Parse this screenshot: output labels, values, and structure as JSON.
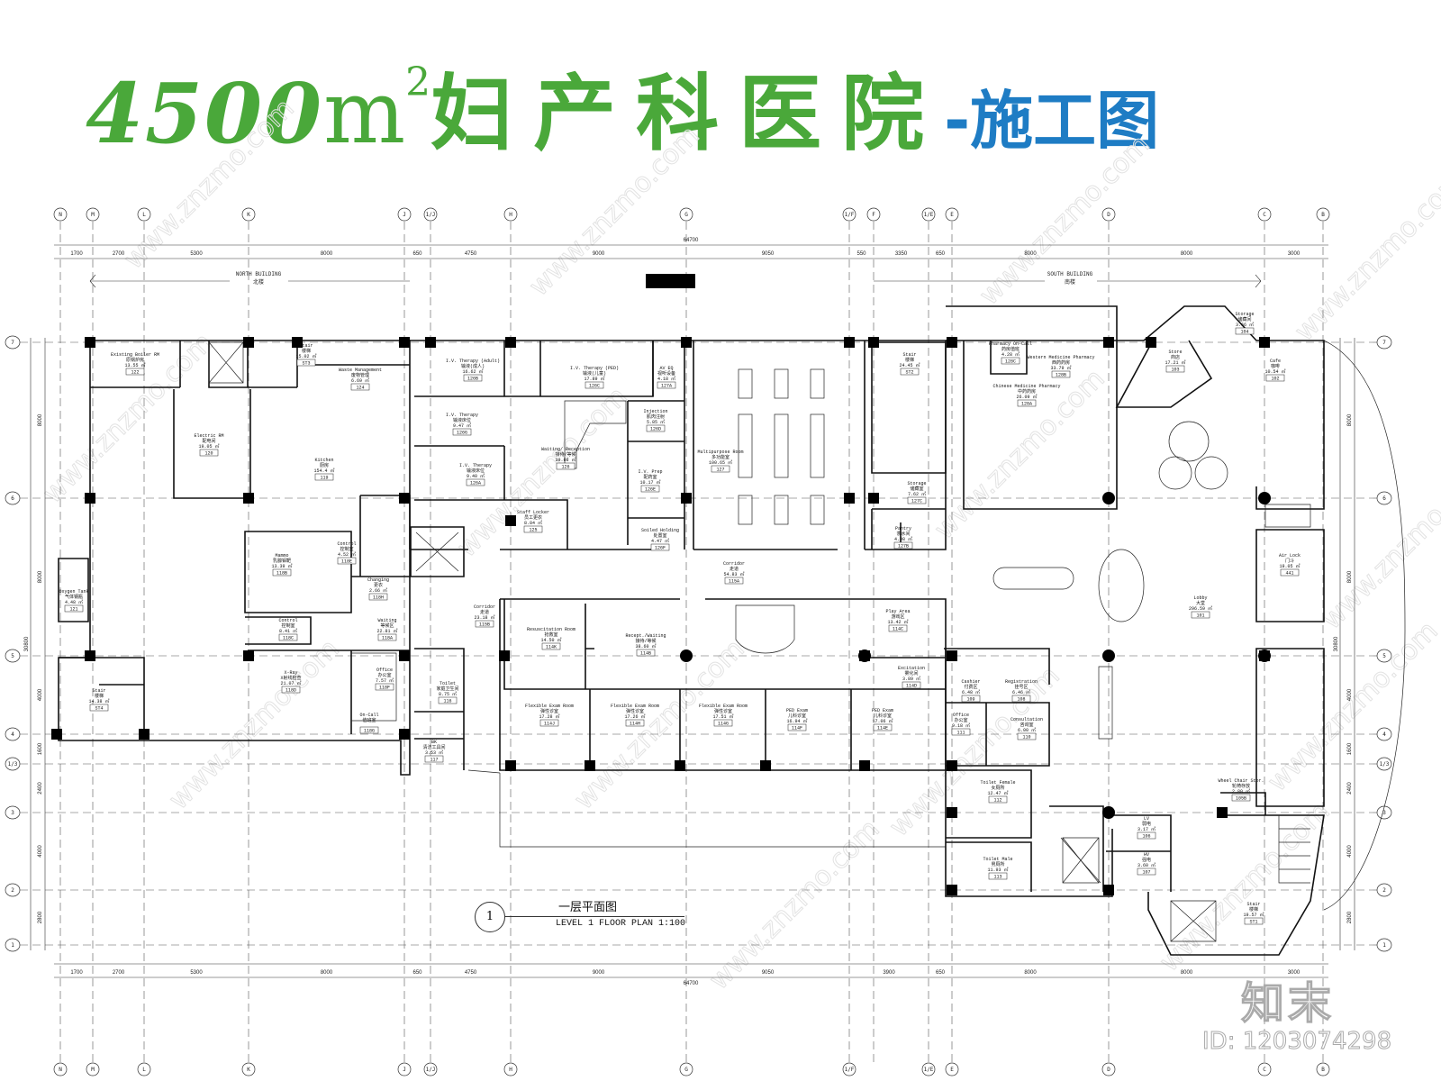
{
  "title": {
    "area_number": "4500",
    "area_unit": "m",
    "area_superscript": "2",
    "hospital_name": "妇产科医院",
    "suffix": "-施工图",
    "colors": {
      "green": "#4aa83a",
      "blue": "#1e7cc4"
    }
  },
  "grid": {
    "columns_top": [
      "N",
      "M",
      "L",
      "K",
      "J",
      "1/J",
      "H",
      "G",
      "1/F",
      "F",
      "1/E",
      "E",
      "D",
      "C",
      "B"
    ],
    "columns_bottom": [
      "N",
      "M",
      "L",
      "K",
      "J",
      "1/J",
      "H",
      "G",
      "1/F",
      "1/E",
      "E",
      "D",
      "C",
      "B"
    ],
    "rows": [
      "7",
      "6",
      "5",
      "4",
      "1/3",
      "3",
      "2",
      "1"
    ],
    "dims_top": [
      "1700",
      "2700",
      "5300",
      "8000",
      "650",
      "4750",
      "9000",
      "9050",
      "550",
      "3350",
      "650",
      "8000",
      "8000",
      "3000"
    ],
    "dims_bottom": [
      "1700",
      "2700",
      "5300",
      "8000",
      "650",
      "4750",
      "9000",
      "9050",
      "3900",
      "650",
      "8000",
      "8000",
      "3000"
    ],
    "dims_left": [
      "8000",
      "8000",
      "4000",
      "1600",
      "2400",
      "4000",
      "2800"
    ],
    "dims_right": [
      "8000",
      "8000",
      "4000",
      "1600",
      "2400",
      "4000",
      "2800"
    ],
    "total_width": "64700",
    "total_height": "30800"
  },
  "buildings": {
    "north": {
      "en": "NORTH BUILDING",
      "cn": "北楼"
    },
    "south": {
      "en": "SOUTH BUILDING",
      "cn": "南楼"
    }
  },
  "rooms": [
    {
      "en": "Existing Boiler RM",
      "cn": "原锅炉房",
      "area": "13.55 ㎡",
      "no": "122"
    },
    {
      "en": "Stair",
      "cn": "楼梯",
      "area": "15.02 ㎡",
      "no": "ST3"
    },
    {
      "en": "Waste Management",
      "cn": "废物管理",
      "area": "6.69 ㎡",
      "no": "124"
    },
    {
      "en": "Electric RM",
      "cn": "配电间",
      "area": "19.05 ㎡",
      "no": "120"
    },
    {
      "en": "Kitchen",
      "cn": "厨房",
      "area": "154.4 ㎡",
      "no": "119"
    },
    {
      "en": "Oxygen Tank",
      "cn": "气体钢瓶",
      "area": "4.48 ㎡",
      "no": "121"
    },
    {
      "en": "Mammo",
      "cn": "乳腺钼靶",
      "area": "13.39 ㎡",
      "no": "118B"
    },
    {
      "en": "Control",
      "cn": "控制室",
      "area": "4.52 ㎡",
      "no": "118E"
    },
    {
      "en": "Changing",
      "cn": "更衣",
      "area": "2.66 ㎡",
      "no": "118H"
    },
    {
      "en": "Waiting",
      "cn": "等候区",
      "area": "22.81 ㎡",
      "no": "118A"
    },
    {
      "en": "Control",
      "cn": "控制室",
      "area": "8.41 ㎡",
      "no": "118C"
    },
    {
      "en": "X-Ray",
      "cn": "X射线检查",
      "area": "21.07 ㎡",
      "no": "118D"
    },
    {
      "en": "Stair",
      "cn": "楼梯",
      "area": "14.38 ㎡",
      "no": "ST4"
    },
    {
      "en": "Office",
      "cn": "办公室",
      "area": "7.57 ㎡",
      "no": "118F"
    },
    {
      "en": "On-Call",
      "cn": "值班室",
      "area": "",
      "no": "118G"
    },
    {
      "en": "Toilet",
      "cn": "家庭卫生间",
      "area": "8.75 ㎡",
      "no": "116"
    },
    {
      "en": "BK",
      "cn": "清洁工具间",
      "area": "3.53 ㎡",
      "no": "117"
    },
    {
      "en": "I.V. Therapy (Adult)",
      "cn": "输液(成人)",
      "area": "16.62 ㎡",
      "no": "126B"
    },
    {
      "en": "I.V. Therapy (PED)",
      "cn": "输液(儿童)",
      "area": "17.89 ㎡",
      "no": "126C"
    },
    {
      "en": "AV EQ",
      "cn": "视听设备",
      "area": "4.18 ㎡",
      "no": "127A"
    },
    {
      "en": "I.V. Therapy",
      "cn": "输液床位",
      "area": "9.47 ㎡",
      "no": "126G"
    },
    {
      "en": "I.V. Therapy",
      "cn": "输液床位",
      "area": "9.40 ㎡",
      "no": "126A"
    },
    {
      "en": "Waiting/ Reception",
      "cn": "接待/等候",
      "area": "39.66 ㎡",
      "no": "126"
    },
    {
      "en": "Injection",
      "cn": "肌肉注射",
      "area": "5.85 ㎡",
      "no": "126D"
    },
    {
      "en": "I.V. Prep",
      "cn": "配药室",
      "area": "10.17 ㎡",
      "no": "126E"
    },
    {
      "en": "Staff Locker",
      "cn": "员工更衣",
      "area": "8.84 ㎡",
      "no": "125"
    },
    {
      "en": "Soiled Holding",
      "cn": "处置室",
      "area": "4.47 ㎡",
      "no": "126F"
    },
    {
      "en": "Multipurpose Room",
      "cn": "多功能室",
      "area": "100.65 ㎡",
      "no": "127"
    },
    {
      "en": "Stair",
      "cn": "楼梯",
      "area": "24.45 ㎡",
      "no": "ST2"
    },
    {
      "en": "Storage",
      "cn": "储藏室",
      "area": "7.62 ㎡",
      "no": "127C"
    },
    {
      "en": "Pantry",
      "cn": "茶水间",
      "area": "4.98 ㎡",
      "no": "127B"
    },
    {
      "en": "Corridor",
      "cn": "走道",
      "area": "54.83 ㎡",
      "no": "115A"
    },
    {
      "en": "Corridor",
      "cn": "走道",
      "area": "23.18 ㎡",
      "no": "115B"
    },
    {
      "en": "Resuscitation Room",
      "cn": "抢救室",
      "area": "14.50 ㎡",
      "no": "114K"
    },
    {
      "en": "Recept./Waiting",
      "cn": "接待/等候",
      "area": "38.60 ㎡",
      "no": "114B"
    },
    {
      "en": "Play Area",
      "cn": "游戏区",
      "area": "13.42 ㎡",
      "no": "114C"
    },
    {
      "en": "Flexible Exam Room",
      "cn": "弹性诊室",
      "area": "17.28 ㎡",
      "no": "114J"
    },
    {
      "en": "Flexible Exam Room",
      "cn": "弹性诊室",
      "area": "17.26 ㎡",
      "no": "114H"
    },
    {
      "en": "Flexible Exam Room",
      "cn": "弹性诊室",
      "area": "17.51 ㎡",
      "no": "114G"
    },
    {
      "en": "PED Exam",
      "cn": "儿科诊室",
      "area": "16.94 ㎡",
      "no": "114F"
    },
    {
      "en": "PED Exam",
      "cn": "儿科诊室",
      "area": "17.06 ㎡",
      "no": "114E"
    },
    {
      "en": "Excitation",
      "cn": "雾化间",
      "area": "3.89 ㎡",
      "no": "114D"
    },
    {
      "en": "Pharmacy On-Call",
      "cn": "药房值班",
      "area": "4.28 ㎡",
      "no": "128C"
    },
    {
      "en": "Western Medicine Pharmacy",
      "cn": "西药药房",
      "area": "33.79 ㎡",
      "no": "128B"
    },
    {
      "en": "Chinese Medicine Pharmacy",
      "cn": "中药药房",
      "area": "26.09 ㎡",
      "no": "128A"
    },
    {
      "en": "Store",
      "cn": "商店",
      "area": "17.21 ㎡",
      "no": "103"
    },
    {
      "en": "Storage",
      "cn": "储藏间",
      "area": "3.66 ㎡",
      "no": "104"
    },
    {
      "en": "Cafe",
      "cn": "咖啡",
      "area": "10.54 ㎡",
      "no": "102"
    },
    {
      "en": "Air Lock",
      "cn": "门斗",
      "area": "19.05 ㎡",
      "no": "441"
    },
    {
      "en": "Lobby",
      "cn": "大堂",
      "area": "296.59 ㎡",
      "no": "101"
    },
    {
      "en": "Cashier",
      "cn": "付费区",
      "area": "6.48 ㎡",
      "no": "109"
    },
    {
      "en": "Registration",
      "cn": "挂号区",
      "area": "6.46 ㎡",
      "no": "108"
    },
    {
      "en": "Office",
      "cn": "办公室",
      "area": "9.18 ㎡",
      "no": "111"
    },
    {
      "en": "Consultation",
      "cn": "咨询室",
      "area": "6.00 ㎡",
      "no": "110"
    },
    {
      "en": "Toilet Female",
      "cn": "女厕所",
      "area": "12.47 ㎡",
      "no": "112"
    },
    {
      "en": "Toilet Male",
      "cn": "男厕所",
      "area": "11.93 ㎡",
      "no": "113"
    },
    {
      "en": "LV",
      "cn": "弱电",
      "area": "3.17 ㎡",
      "no": "106"
    },
    {
      "en": "HV",
      "cn": "强电",
      "area": "3.60 ㎡",
      "no": "107"
    },
    {
      "en": "Wheel Chair Stor.",
      "cn": "轮椅存放",
      "area": "2.80 ㎡",
      "no": "105B"
    },
    {
      "en": "Stair",
      "cn": "楼梯",
      "area": "19.57 ㎡",
      "no": "ST1"
    }
  ],
  "plan": {
    "number": "1",
    "caption_cn": "一层平面图",
    "caption_en": "LEVEL 1 FLOOR PLAN 1:100"
  },
  "watermark": {
    "text": "www.znzmo.com",
    "logo": "知末",
    "id": "ID: 1203074298"
  }
}
